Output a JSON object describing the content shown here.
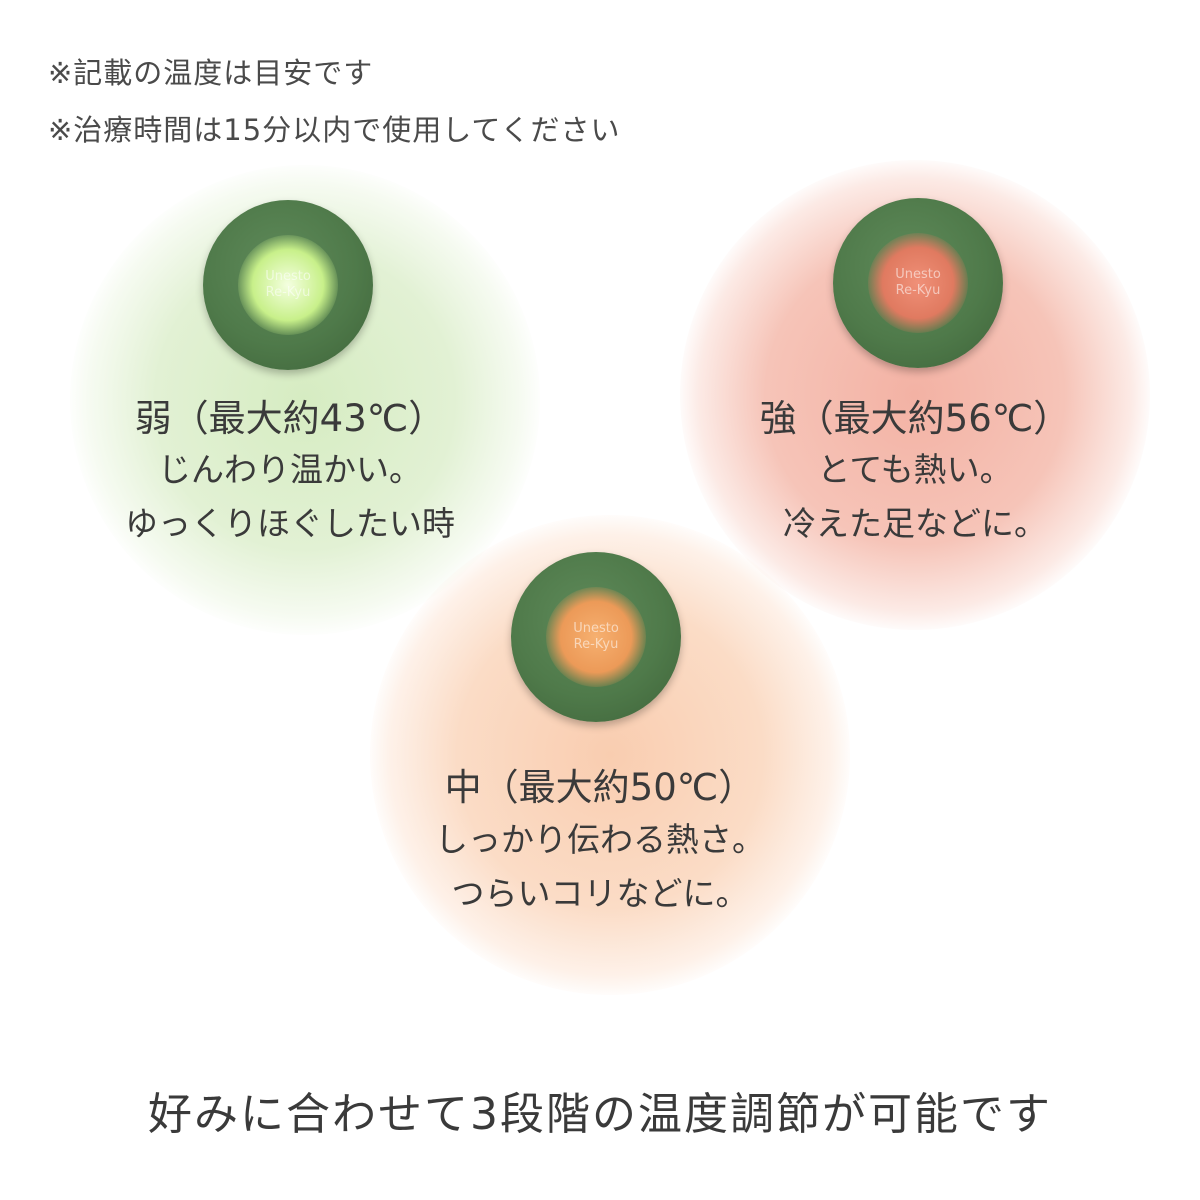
{
  "notes": [
    "※記載の温度は目安です",
    "※治療時間は15分以内で使用してください"
  ],
  "logo": {
    "line1": "Unesto",
    "line2": "Re-Kyu"
  },
  "levels": [
    {
      "label": "弱（最大約43℃）",
      "line1": "じんわり温かい。",
      "line2": "ゆっくりほぐしたい時",
      "color": "#c9e4b0",
      "light": "#d8f5a8"
    },
    {
      "label": "強（最大約56℃）",
      "line1": "とても熱い。",
      "line2": "冷えた足などに。",
      "color": "#f0a898",
      "light": "#e88a70"
    },
    {
      "label": "中（最大約50℃）",
      "line1": "しっかり伝わる熱さ。",
      "line2": "つらいコリなどに。",
      "color": "#f8c4a4",
      "light": "#f0a060"
    }
  ],
  "title": "好みに合わせて3段階の温度調節が可能です"
}
